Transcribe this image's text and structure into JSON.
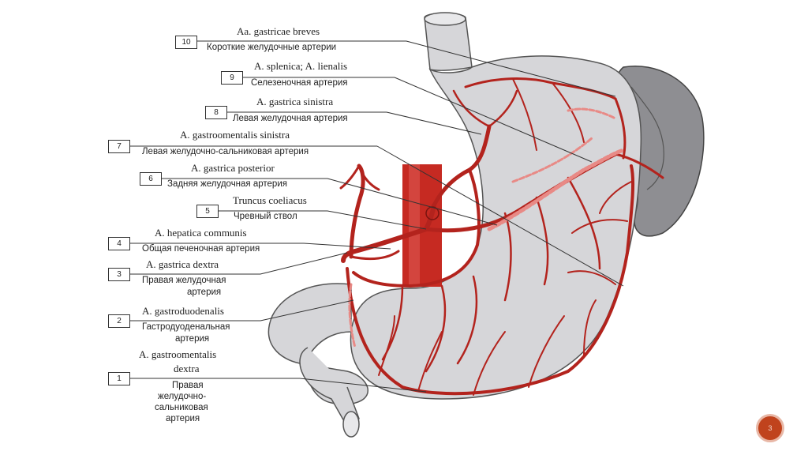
{
  "labels": [
    {
      "num": "10",
      "latin": "Aa. gastricae breves",
      "russian": [
        "Короткие желудочные артерии"
      ]
    },
    {
      "num": "9",
      "latin": "A. splenica; A. lienalis",
      "russian": [
        "Селезеночная артерия"
      ]
    },
    {
      "num": "8",
      "latin": "A. gastrica sinistra",
      "russian": [
        "Левая желудочная артерия"
      ]
    },
    {
      "num": "7",
      "latin": "A. gastroomentalis sinistra",
      "russian": [
        "Левая желудочно-сальниковая артерия"
      ]
    },
    {
      "num": "6",
      "latin": "A. gastrica posterior",
      "russian": [
        "Задняя желудочная артерия"
      ]
    },
    {
      "num": "5",
      "latin": "Truncus coeliacus",
      "russian": [
        "Чревный ствол"
      ]
    },
    {
      "num": "4",
      "latin": "A. hepatica communis",
      "russian": [
        "Общая печеночная артерия"
      ]
    },
    {
      "num": "3",
      "latin": "A. gastrica dextra",
      "russian": [
        "Правая желудочная",
        "артерия"
      ]
    },
    {
      "num": "2",
      "latin": "A. gastroduodenalis",
      "russian": [
        "Гастродуоденальная",
        "артерия"
      ]
    },
    {
      "num": "1",
      "latin": [
        "A. gastroomentalis",
        "dextra"
      ],
      "russian": [
        "Правая",
        "желудочно-",
        "сальниковая",
        "артерия"
      ]
    }
  ],
  "colors": {
    "organ_fill": "#d6d6d9",
    "organ_stroke": "#555555",
    "spleen_fill": "#8e8e92",
    "artery": "#b3231d",
    "artery_light": "#e88a86",
    "aorta": "#c62a22"
  },
  "slide_button": {
    "icon": "slide-number-badge",
    "text": "3"
  }
}
